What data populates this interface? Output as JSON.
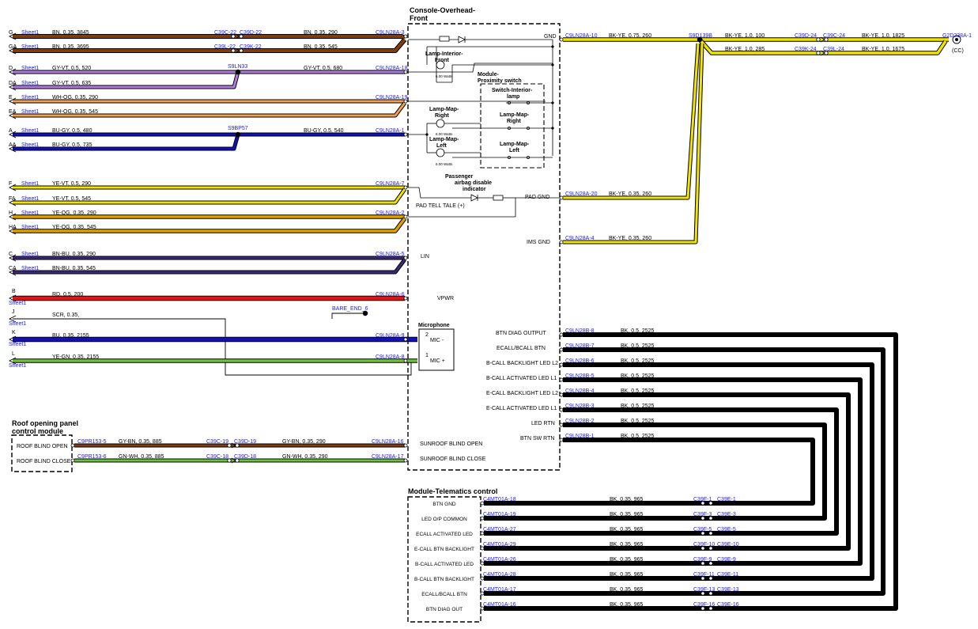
{
  "modules": {
    "console": {
      "title_line1": "Console-Overhead-",
      "title_line2": "Front"
    },
    "telematics": {
      "title": "Module-Telematics control"
    },
    "roof": {
      "title_line1": "Roof opening panel",
      "title_line2": "control module"
    },
    "proximity": {
      "title_line1": "Module-",
      "title_line2": "Proximity switch"
    },
    "microphone": {
      "title": "Microphone",
      "pin2": "2",
      "pin1": "1",
      "mic_minus": "MIC -",
      "mic_plus": "MIC +"
    }
  },
  "components": {
    "lamp_interior_line1": "Lamp-Interior-",
    "lamp_interior_line2": "Front",
    "lamp_interior_watts": "6.00 Watts",
    "lamp_map_right_line1": "Lamp-Map-",
    "lamp_map_right_line2": "Right",
    "lamp_map_right_watts": "6.00 Watts",
    "lamp_map_left_line1": "Lamp-Map-",
    "lamp_map_left_line2": "Left",
    "lamp_map_left_watts": "6.00 Watts",
    "switch_interior_line1": "Switch-Interior-",
    "switch_interior_line2": "lamp",
    "sw_map_right_line1": "Lamp-Map-",
    "sw_map_right_line2": "Right",
    "sw_map_left_line1": "Lamp-Map-",
    "sw_map_left_line2": "Left",
    "passenger_line1": "Passenger",
    "passenger_line2": "airbag disable",
    "passenger_line3": "indicator"
  },
  "console_labels": {
    "gnd": "GND",
    "pad_tell_tale": "PAD TELL TALE (+)",
    "pad_gnd": "PAD GND",
    "ims_gnd": "IMS GND",
    "lin": "LIN",
    "vpwr": "VPWR",
    "btn_diag_output": "BTN DIAG OUTPUT",
    "ecall_bcall_btn": "ECALL/BCALL BTN",
    "bcall_backlight_l2": "B-CALL BACKLIGHT LED L2",
    "bcall_activated_l1": "B-CALL ACTIVATED LED L1",
    "ecall_backlight_l2": "E-CALL BACKLIGHT LED L2",
    "ecall_activated_l1": "E-CALL ACTIVATED LED L1",
    "led_rtn": "LED RTN",
    "btn_sw_rtn": "BTN SW RTN",
    "sunroof_open": "SUNROOF BLIND OPEN",
    "sunroof_close": "SUNROOF BLIND CLOSE"
  },
  "left_wires": [
    {
      "id": "G",
      "sheet": "Sheet1",
      "spec": "BN, 0.35, 3845",
      "splice": "C39C-22",
      "splice2": "C39D-22",
      "spec2": "BN, 0.35, 290",
      "pin": "C9LN28A-3"
    },
    {
      "id": "GA",
      "sheet": "Sheet1",
      "spec": "BN, 0.35, 3695",
      "splice": "C39L-22",
      "splice2": "C39K-22",
      "spec2": "BN, 0.35, 545"
    },
    {
      "id": "D",
      "sheet": "Sheet1",
      "spec": "GY-VT, 0.5, 520",
      "splice": "S9LN33",
      "spec2": "GY-VT, 0.5, 680",
      "pin": "C9LN28A-18"
    },
    {
      "id": "DA",
      "sheet": "Sheet1",
      "spec": "GY-VT, 0.5, 635"
    },
    {
      "id": "E",
      "sheet": "Sheet1",
      "spec": "WH-OG, 0.35, 290",
      "pin": "C9LN28A-19"
    },
    {
      "id": "EA",
      "sheet": "Sheet1",
      "spec": "WH-OG, 0.35, 545"
    },
    {
      "id": "A",
      "sheet": "Sheet1",
      "spec": "BU-GY, 0.5, 480",
      "splice": "S9BP57",
      "spec2": "BU-GY, 0.5, 540",
      "pin": "C9LN28A-1"
    },
    {
      "id": "AA",
      "sheet": "Sheet1",
      "spec": "BU-GY, 0.5, 735"
    },
    {
      "id": "F",
      "sheet": "Sheet1",
      "spec": "YE-VT, 0.5, 290",
      "pin": "C9LN28A-7"
    },
    {
      "id": "FA",
      "sheet": "Sheet1",
      "spec": "YE-VT, 0.5, 545"
    },
    {
      "id": "H",
      "sheet": "Sheet1",
      "spec": "YE-OG, 0.35, 290",
      "pin": "C9LN28A-2"
    },
    {
      "id": "HA",
      "sheet": "Sheet1",
      "spec": "YE-OG, 0.35, 545"
    },
    {
      "id": "C",
      "sheet": "Sheet1",
      "spec": "BN-BU, 0.35, 290",
      "pin": "C9LN28A-5"
    },
    {
      "id": "CA",
      "sheet": "Sheet1",
      "spec": "BN-BU, 0.35, 545"
    },
    {
      "id": "B",
      "sheet": "Sheet1",
      "spec": "RD, 0.5, 200",
      "pin": "C9LN28A-6"
    },
    {
      "id": "J",
      "sheet": "Sheet1",
      "spec": "SCR, 0.35,",
      "extra": "BARE_END_6"
    },
    {
      "id": "K",
      "sheet": "Sheet1",
      "spec": "BU, 0.35, 2155",
      "pin": "C9LN28A-9"
    },
    {
      "id": "L",
      "sheet": "Sheet1",
      "spec": "YE-GN, 0.35, 2155",
      "pin": "C9LN28A-8"
    }
  ],
  "right_wires": [
    {
      "pin": "C9LN28A-10",
      "spec": "BK-YE, 0.75, 260",
      "splice": "S9D139B",
      "spec2": "BK-YE, 1.0, 100",
      "c1": "C39D-24",
      "c2": "C39C-24",
      "spec3": "BK-YE, 1.0, 1825",
      "end": "G2D238A-1",
      "end_note": "(CC)"
    },
    {
      "spec2": "BK-YE, 1.0, 285",
      "c1": "C39K-24",
      "c2": "C39L-24",
      "spec3": "BK-YE, 1.0, 1675"
    },
    {
      "pin": "C9LN28A-20",
      "spec": "BK-YE, 0.35, 260"
    },
    {
      "pin": "C9LN28A-4",
      "spec": "BK-YE, 0.35, 260"
    }
  ],
  "bk_wires": [
    {
      "pin": "C9LN28B-8",
      "spec": "BK, 0.5, 2525"
    },
    {
      "pin": "C9LN28B-7",
      "spec": "BK, 0.5, 2525"
    },
    {
      "pin": "C9LN28B-6",
      "spec": "BK, 0.5, 2525"
    },
    {
      "pin": "C9LN28B-5",
      "spec": "BK, 0.5, 2525"
    },
    {
      "pin": "C9LN28B-4",
      "spec": "BK, 0.5, 2525"
    },
    {
      "pin": "C9LN28B-3",
      "spec": "BK, 0.5, 2525"
    },
    {
      "pin": "C9LN28B-2",
      "spec": "BK, 0.5, 2525"
    },
    {
      "pin": "C9LN28B-1",
      "spec": "BK, 0.5, 2525"
    }
  ],
  "telematics_rows": [
    {
      "label": "BTN GND",
      "pin": "C4MT01A-18",
      "spec": "BK, 0.35, 965",
      "c1": "C39F-1",
      "c2": "C39E-1"
    },
    {
      "label": "LED O/P COMMON",
      "pin": "C4MT01A-19",
      "spec": "BK, 0.35, 965",
      "c1": "C39F-3",
      "c2": "C39E-3"
    },
    {
      "label": "ECALL ACTIVATED LED",
      "pin": "C4MT01A-27",
      "spec": "BK, 0.35, 965",
      "c1": "C39F-5",
      "c2": "C39E-5"
    },
    {
      "label": "E-CALL BTN BACKLIGHT",
      "pin": "C4MT01A-29",
      "spec": "BK, 0.35, 965",
      "c1": "C39F-10",
      "c2": "C39E-10"
    },
    {
      "label": "B-CALL ACTIVATED LED",
      "pin": "C4MT01A-26",
      "spec": "BK, 0.35, 965",
      "c1": "C39F-9",
      "c2": "C39E-9"
    },
    {
      "label": "B-CALL BTN BACKLIGHT",
      "pin": "C4MT01A-28",
      "spec": "BK, 0.35, 965",
      "c1": "C39F-11",
      "c2": "C39E-11"
    },
    {
      "label": "ECALL/BCALL BTN",
      "pin": "C4MT01A-17",
      "spec": "BK, 0.35, 965",
      "c1": "C39F-13",
      "c2": "C39E-13"
    },
    {
      "label": "BTN DIAG OUT",
      "pin": "C4MT01A-16",
      "spec": "BK, 0.35, 965",
      "c1": "C39F-16",
      "c2": "C39E-16"
    }
  ],
  "roof_rows": [
    {
      "label": "ROOF BLIND OPEN",
      "pin": "C9PR153-5",
      "spec": "GY-BN, 0.35, 885",
      "c1": "C39C-19",
      "c2": "C39D-19",
      "spec2": "GY-BN, 0.35, 290",
      "pin2": "C9LN28A-16"
    },
    {
      "label": "ROOF BLIND CLOSE",
      "pin": "C9PR153-6",
      "spec": "GN-WH, 0.35, 885",
      "c1": "C39C-18",
      "c2": "C39D-18",
      "spec2": "GN-WH, 0.35, 290",
      "pin2": "C9LN28A-17"
    }
  ],
  "colors": {
    "brown": "#7a3e10",
    "violet": "#b07ce0",
    "orange": "#f0a050",
    "blue": "#1010c0",
    "yellow": "#f2e400",
    "gold": "#e0a000",
    "red": "#e81010",
    "green": "#70c040",
    "black": "#000000",
    "label_blue": "#1a1aff"
  }
}
